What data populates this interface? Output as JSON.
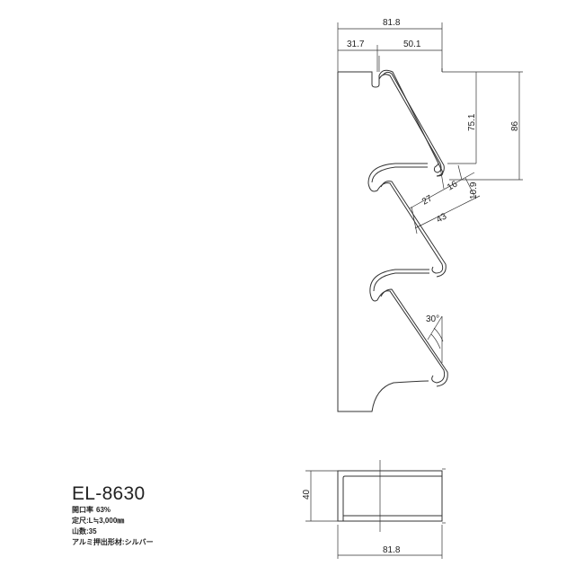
{
  "product": {
    "model": "EL-8630",
    "specs": [
      {
        "label": "開口率",
        "value": "63%"
      },
      {
        "label": "定尺:",
        "value": "L≒3,000㎜"
      },
      {
        "label": "山数:",
        "value": "35"
      },
      {
        "label": "アルミ押出形材:",
        "value": "シルバー"
      }
    ]
  },
  "dimensions": {
    "overall_width": "81.8",
    "left_offset": "31.7",
    "right_offset": "50.1",
    "pitch": "75.1",
    "height": "86",
    "blade_a": "27",
    "blade_b": "16",
    "blade_c": "10.9",
    "blade_length": "43",
    "angle": "30°",
    "section_height": "40",
    "section_width": "81.8"
  }
}
